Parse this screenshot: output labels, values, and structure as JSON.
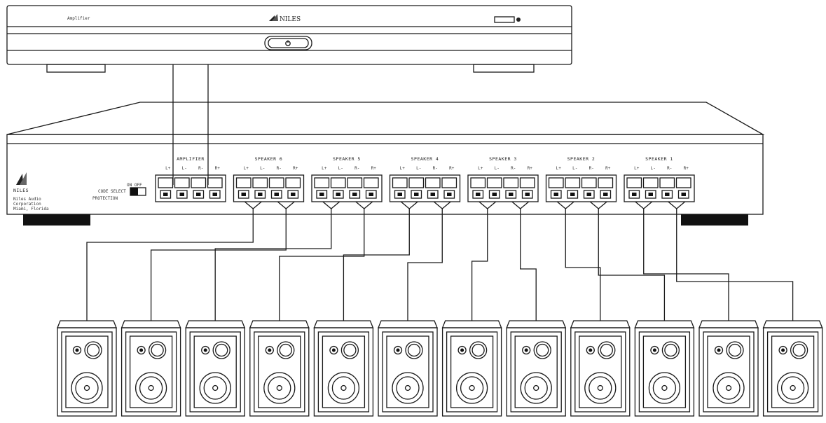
{
  "amplifier": {
    "brand": "NILES",
    "model_text": "Amplifier",
    "badge_text": ""
  },
  "selector": {
    "logo_text": "NILES",
    "company_lines": [
      "Niles Audio",
      "Corporation",
      "Miami, Florida"
    ],
    "switch_on_off": "ON  OFF",
    "switch_caption": [
      "CODE SELECT",
      "PROTECTION"
    ],
    "groups": [
      {
        "label": "AMPLIFIER",
        "terminals": [
          "L+",
          "L-",
          "R-",
          "R+"
        ],
        "has_speakers": false
      },
      {
        "label": "SPEAKER 6",
        "terminals": [
          "L+",
          "L-",
          "R-",
          "R+"
        ],
        "has_speakers": true
      },
      {
        "label": "SPEAKER 5",
        "terminals": [
          "L+",
          "L-",
          "R-",
          "R+"
        ],
        "has_speakers": true
      },
      {
        "label": "SPEAKER 4",
        "terminals": [
          "L+",
          "L-",
          "R-",
          "R+"
        ],
        "has_speakers": true
      },
      {
        "label": "SPEAKER 3",
        "terminals": [
          "L+",
          "L-",
          "R-",
          "R+"
        ],
        "has_speakers": true
      },
      {
        "label": "SPEAKER 2",
        "terminals": [
          "L+",
          "L-",
          "R-",
          "R+"
        ],
        "has_speakers": true
      },
      {
        "label": "SPEAKER 1",
        "terminals": [
          "L+",
          "L-",
          "R-",
          "R+"
        ],
        "has_speakers": true
      }
    ]
  },
  "colors": {
    "line": "#1a1a1a",
    "fill_dark": "#111111",
    "panel": "#ffffff"
  },
  "speaker_count": 12
}
